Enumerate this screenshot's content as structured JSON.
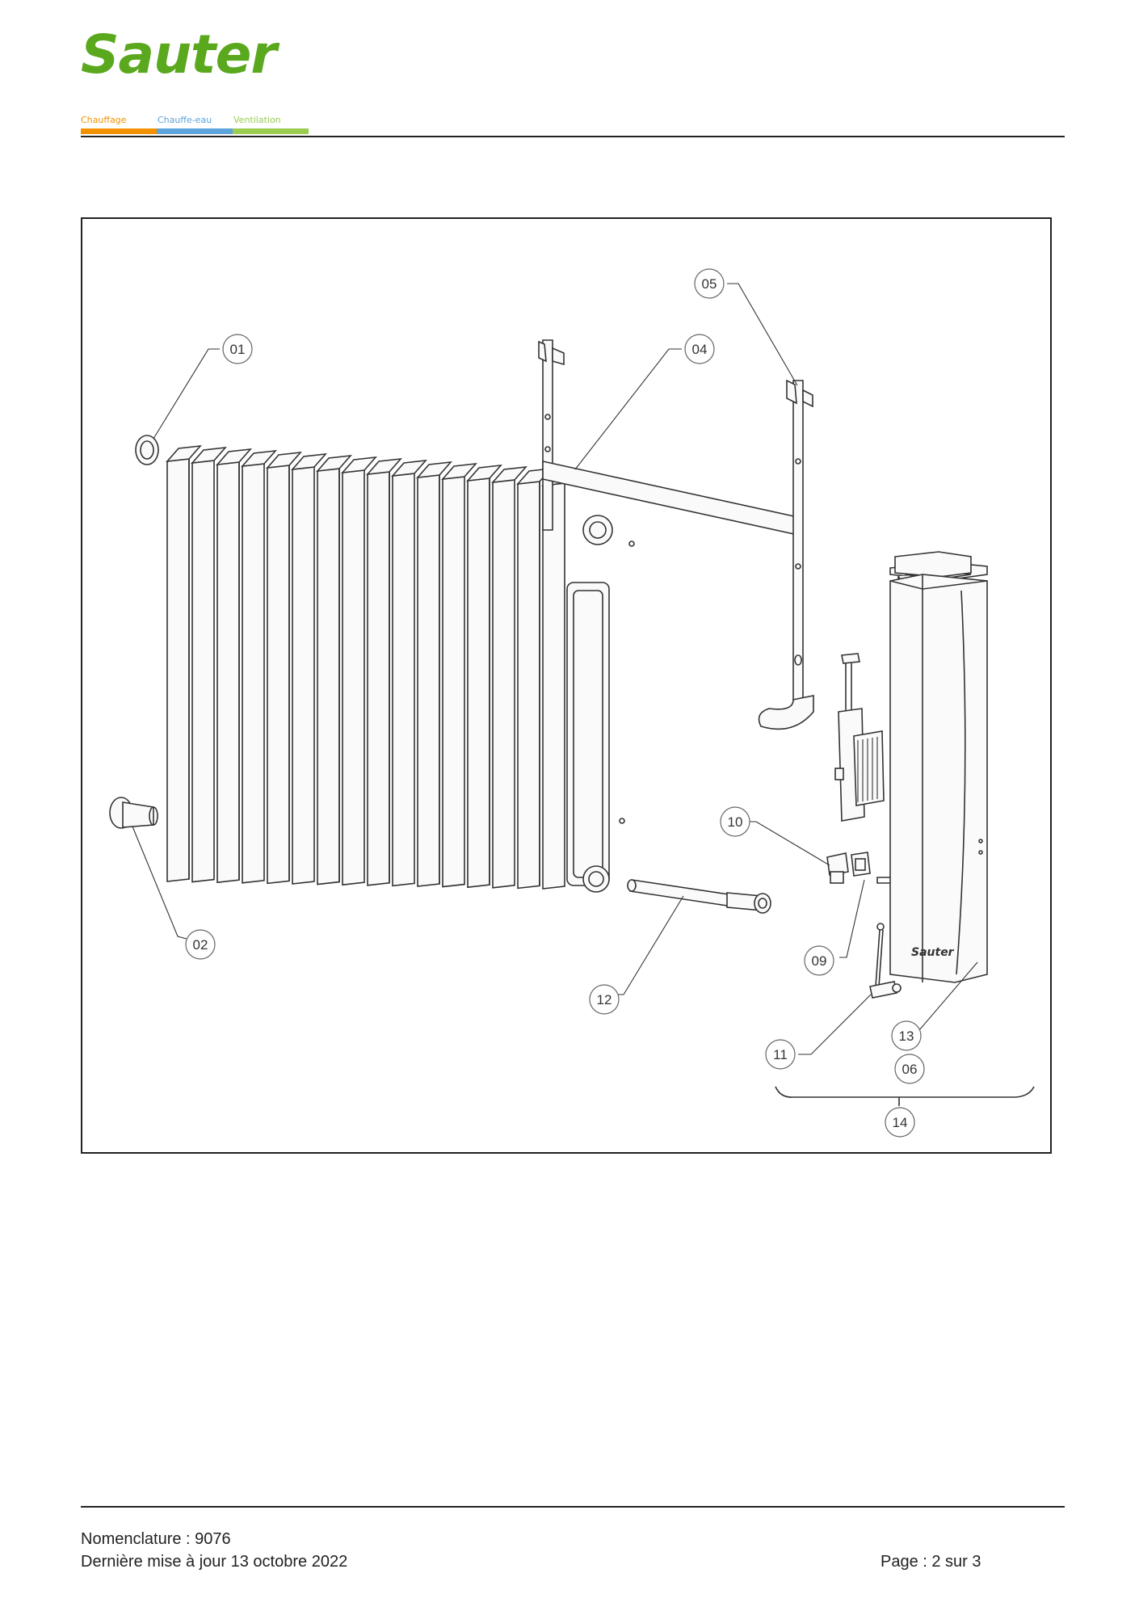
{
  "header": {
    "brand": "Sauter",
    "categories": [
      {
        "label": "Chauffage",
        "color": "#f39200"
      },
      {
        "label": "Chauffe-eau",
        "color": "#5ea3d9"
      },
      {
        "label": "Ventilation",
        "color": "#9acd50"
      }
    ],
    "brand_color": "#5aa81e"
  },
  "figure": {
    "callouts": [
      "01",
      "02",
      "04",
      "05",
      "06",
      "09",
      "10",
      "11",
      "12",
      "13",
      "14"
    ]
  },
  "footer": {
    "nomenclature": "Nomenclature : 9076",
    "updated": "Dernière mise à jour 13 octobre 2022",
    "page": "Page : 2 sur 3"
  }
}
